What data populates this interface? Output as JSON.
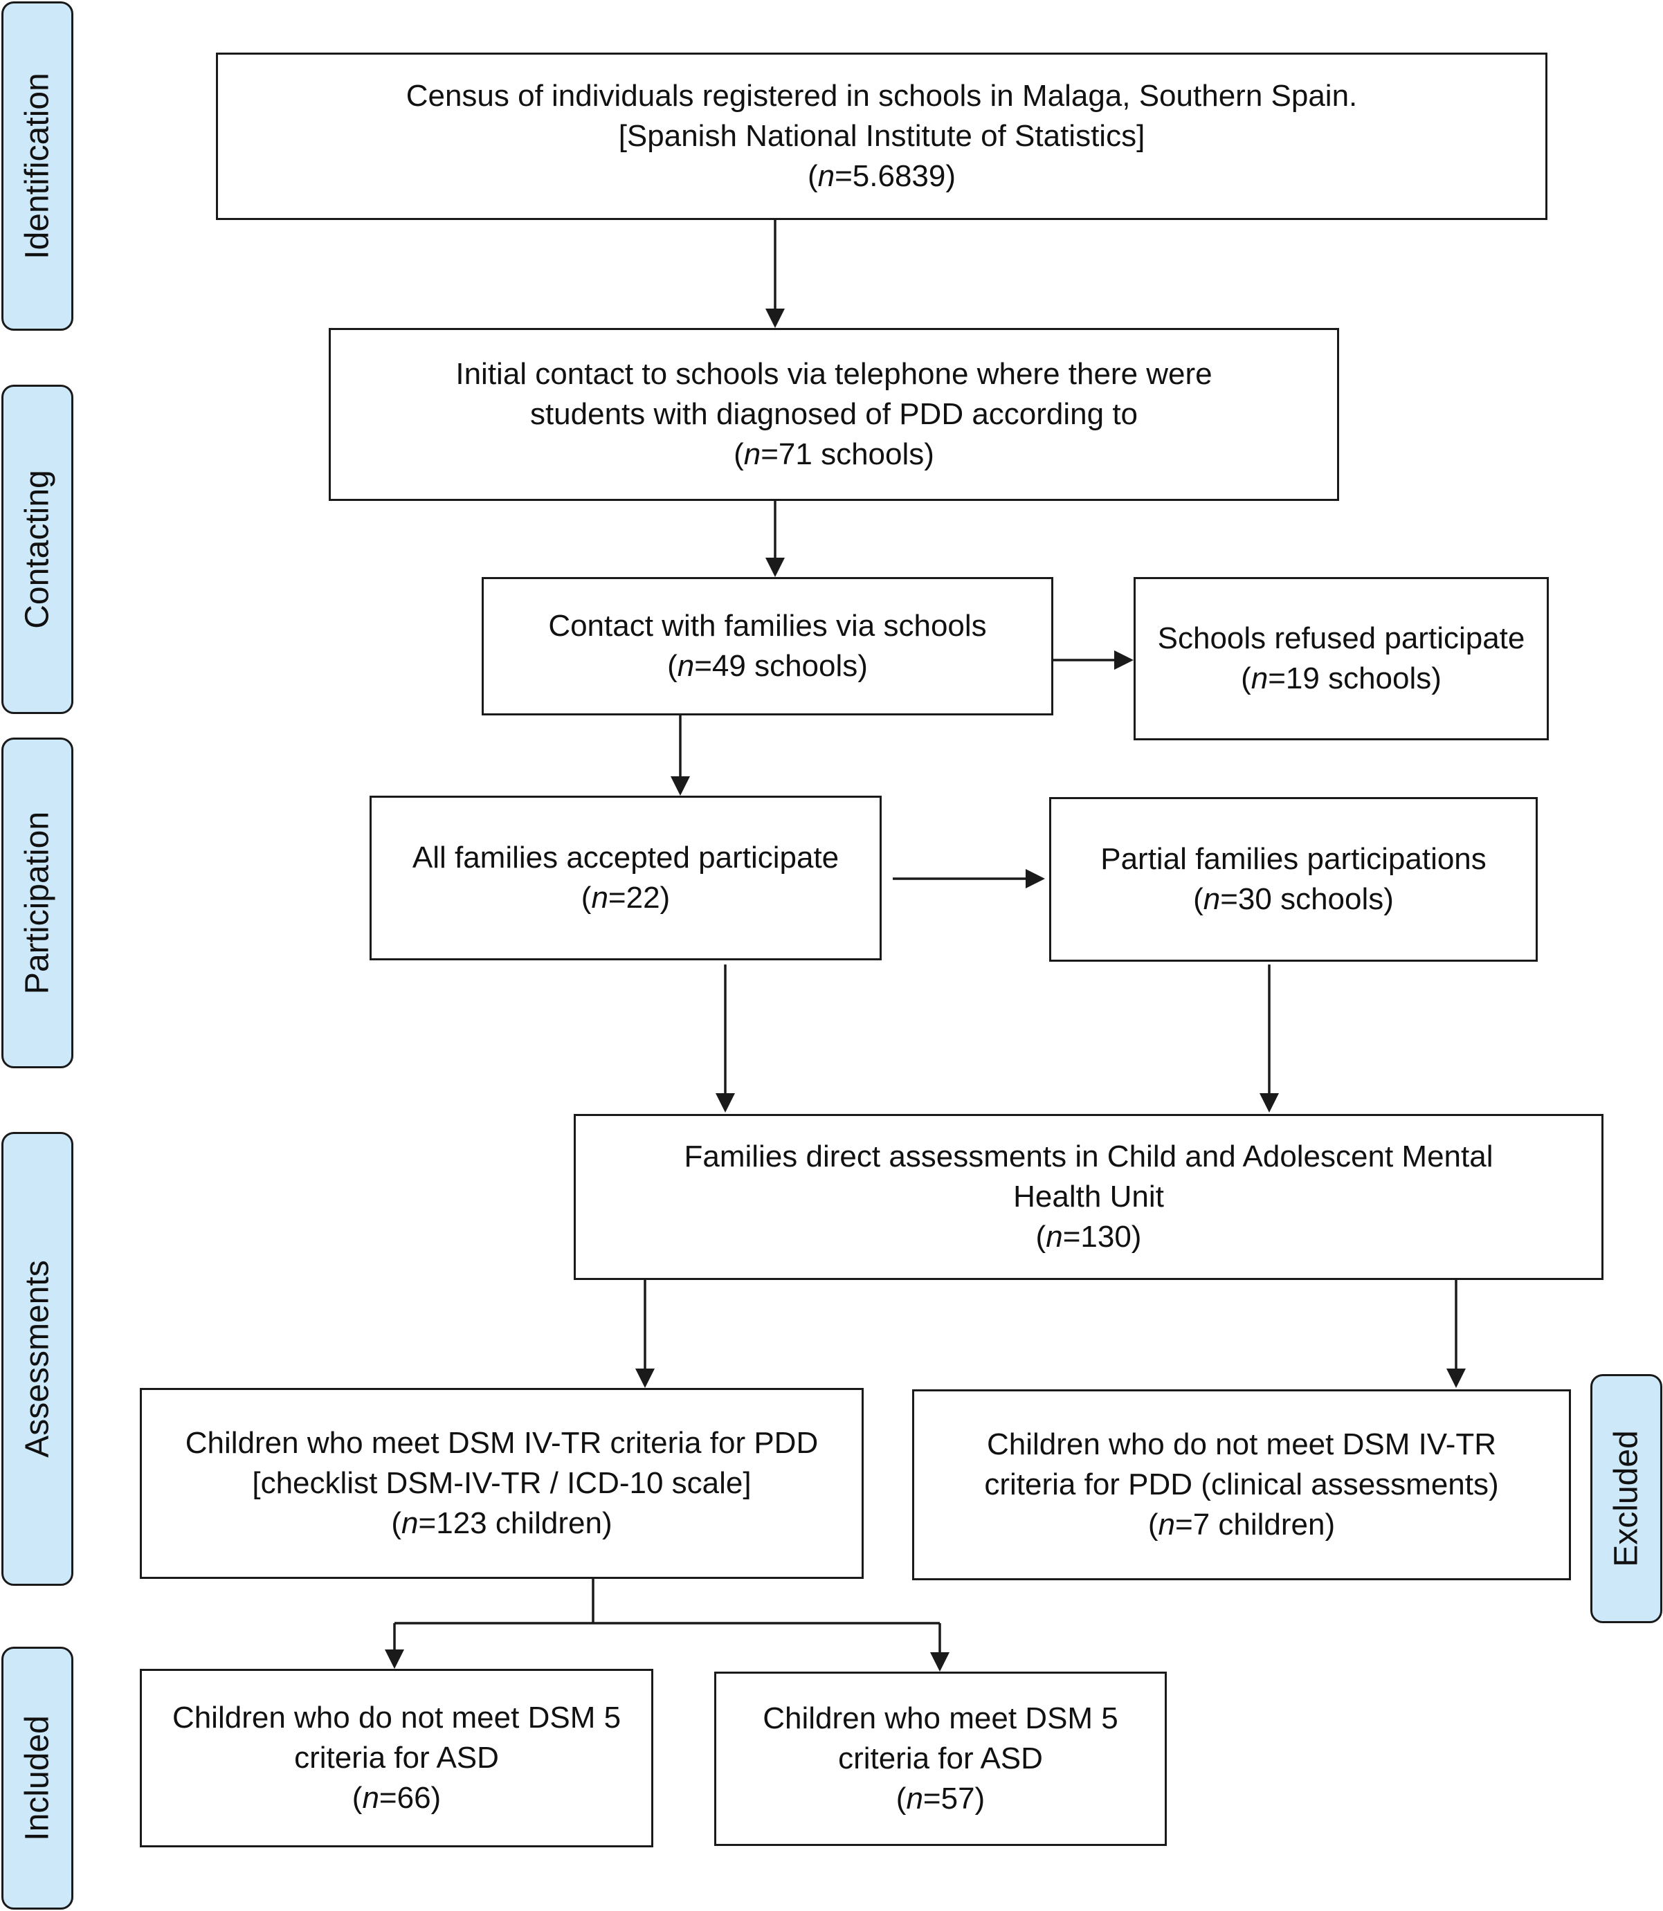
{
  "stages": {
    "identification": "Identification",
    "contacting": "Contacting",
    "participation": "Participation",
    "assessments": "Assessments",
    "included": "Included",
    "excluded": "Excluded"
  },
  "boxes": {
    "census": {
      "line1": "Census of individuals registered in schools in Malaga, Southern Spain.",
      "line2": "[Spanish National Institute of Statistics]",
      "n_open": "(",
      "n_var": "n",
      "n_value": "=5.6839)"
    },
    "initial_contact": {
      "line1": "Initial contact to schools via telephone where there were",
      "line2": "students with diagnosed of PDD according to",
      "n_open": "(",
      "n_var": "n",
      "n_value": "=71 schools)"
    },
    "contact_families": {
      "line1": "Contact with families via schools",
      "n_open": "(",
      "n_var": "n",
      "n_value": "=49 schools)"
    },
    "schools_refused": {
      "line1": "Schools refused participate",
      "n_open": "(",
      "n_var": "n",
      "n_value": "=19 schools)"
    },
    "all_families": {
      "line1": "All families accepted participate",
      "n_open": "(",
      "n_var": "n",
      "n_value": "=22)"
    },
    "partial_families": {
      "line1": "Partial families participations",
      "n_open": "(",
      "n_var": "n",
      "n_value": "=30 schools)"
    },
    "direct_assessments": {
      "line1": "Families direct assessments in Child and Adolescent Mental",
      "line2": "Health Unit",
      "n_open": "(",
      "n_var": "n",
      "n_value": "=130)"
    },
    "meet_dsm4": {
      "line1": "Children who meet DSM IV-TR criteria for PDD",
      "line2": "[checklist DSM-IV-TR / ICD-10 scale]",
      "n_open": "(",
      "n_var": "n",
      "n_value": "=123 children)"
    },
    "not_meet_dsm4": {
      "line1": "Children who do not meet DSM IV-TR",
      "line2": "criteria for PDD (clinical assessments)",
      "n_open": "(",
      "n_var": "n",
      "n_value": "=7 children)"
    },
    "not_meet_dsm5": {
      "line1": "Children who do not meet DSM 5",
      "line2": "criteria for ASD",
      "n_open": "(",
      "n_var": "n",
      "n_value": "=66)"
    },
    "meet_dsm5": {
      "line1": "Children who meet DSM 5",
      "line2": "criteria for ASD",
      "n_open": "(",
      "n_var": "n",
      "n_value": "=57)"
    }
  },
  "colors": {
    "stage_fill": "#cde8f8",
    "line": "#1a1a1a"
  }
}
